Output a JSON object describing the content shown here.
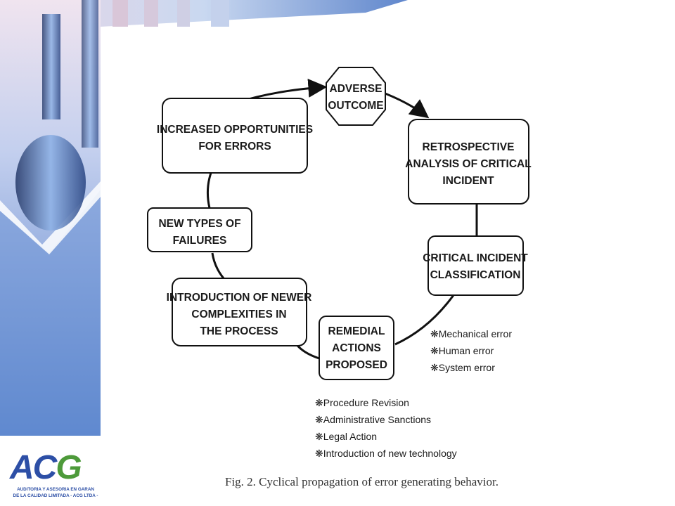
{
  "nodes": {
    "adverse_outcome": [
      "ADVERSE",
      "OUTCOME"
    ],
    "retrospective": [
      "RETROSPECTIVE",
      "ANALYSIS OF CRITICAL",
      "INCIDENT"
    ],
    "classification": [
      "CRITICAL INCIDENT",
      "CLASSIFICATION"
    ],
    "remedial": [
      "REMEDIAL",
      "ACTIONS",
      "PROPOSED"
    ],
    "newer_complexities": [
      "INTRODUCTION OF NEWER",
      "COMPLEXITIES IN",
      "THE PROCESS"
    ],
    "new_failures": [
      "NEW TYPES OF",
      "FAILURES"
    ],
    "increased_opportunities": [
      "INCREASED OPPORTUNITIES",
      "FOR ERRORS"
    ]
  },
  "error_types": [
    "Mechanical error",
    "Human error",
    "System error"
  ],
  "remedial_list": [
    "Procedure Revision",
    "Administrative Sanctions",
    "Legal Action",
    "Introduction of new technology"
  ],
  "bullet_glyph": "❋",
  "caption": "Fig. 2. Cyclical propagation of error generating behavior.",
  "logo": {
    "letters_a": "A",
    "letters_c": "C",
    "letters_g": "G",
    "line1": "AUDITORIA Y ASESORIA EN GARAN",
    "line2": "DE LA CALIDAD LIMITADA - ACG LTDA -"
  },
  "colors": {
    "logo_blue": "#2d4fa6",
    "logo_green": "#4d9a3a",
    "deco_blue": "#5b86cf"
  }
}
